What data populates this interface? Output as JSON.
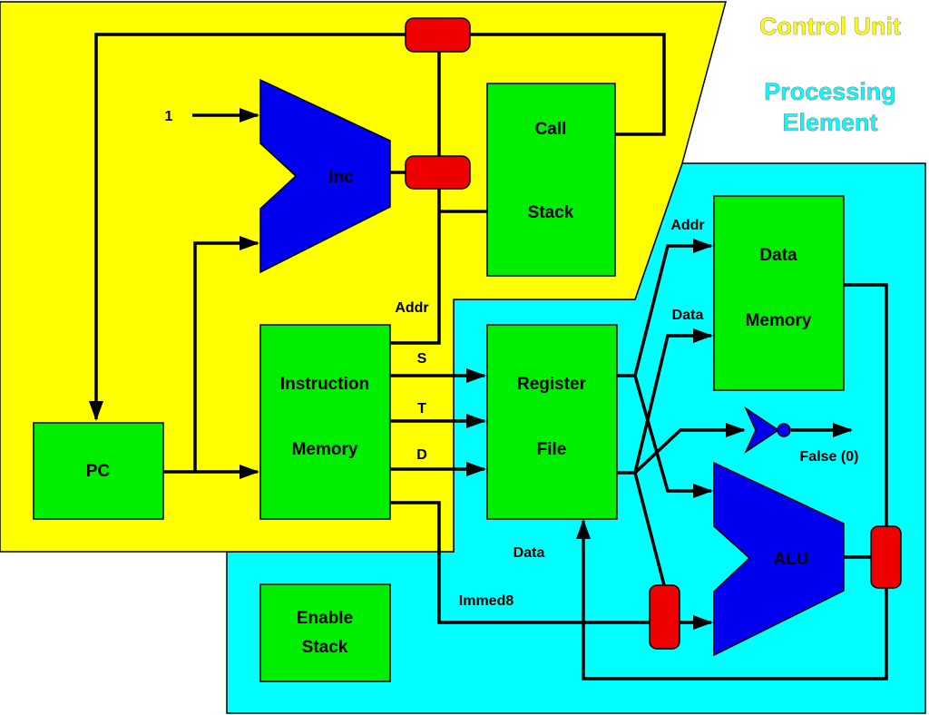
{
  "regions": {
    "control_unit": "Control Unit",
    "processing_element_line1": "Processing",
    "processing_element_line2": "Element"
  },
  "blocks": {
    "pc": "PC",
    "inc": "Inc",
    "call_stack_line1": "Call",
    "call_stack_line2": "Stack",
    "instruction_memory_line1": "Instruction",
    "instruction_memory_line2": "Memory",
    "register_file_line1": "Register",
    "register_file_line2": "File",
    "data_memory_line1": "Data",
    "data_memory_line2": "Memory",
    "alu": "ALU",
    "enable_stack_line1": "Enable",
    "enable_stack_line2": "Stack"
  },
  "signals": {
    "const_one": "1",
    "addr_cu": "Addr",
    "s": "S",
    "t": "T",
    "d": "D",
    "addr_pe": "Addr",
    "data_pe": "Data",
    "data_bottom": "Data",
    "immed8": "Immed8",
    "false_zero": "False (0)"
  },
  "colors": {
    "control_region": "#ffff00",
    "processing_region": "#00ffff",
    "block_green": "#00ee00",
    "block_blue": "#0000ee",
    "mux_red": "#ee0000",
    "control_title": "#ffff00",
    "processing_title": "#00ffff"
  }
}
